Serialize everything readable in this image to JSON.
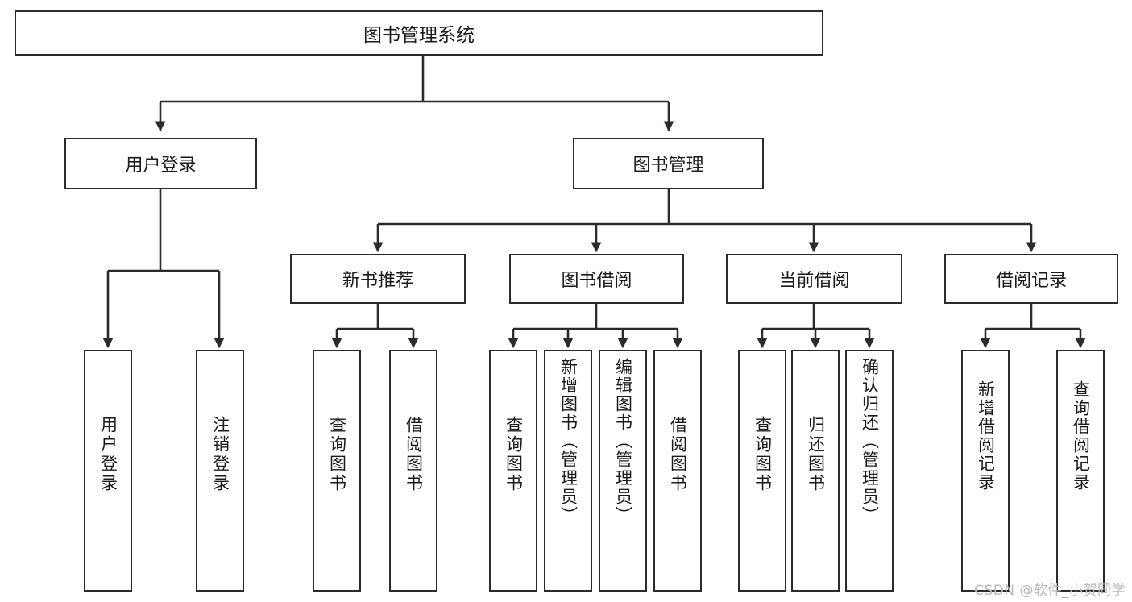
{
  "diagram": {
    "type": "tree-hierarchy",
    "title": "图书管理系统",
    "root": {
      "id": "root",
      "label": "图书管理系统"
    },
    "level2": [
      {
        "id": "user-login",
        "label": "用户登录"
      },
      {
        "id": "book-management",
        "label": "图书管理"
      }
    ],
    "level3": [
      {
        "id": "new-book-recommend",
        "label": "新书推荐",
        "parent": "book-management"
      },
      {
        "id": "book-borrow",
        "label": "图书借阅",
        "parent": "book-management"
      },
      {
        "id": "current-borrow",
        "label": "当前借阅",
        "parent": "book-management"
      },
      {
        "id": "borrow-record",
        "label": "借阅记录",
        "parent": "book-management"
      }
    ],
    "leaves": [
      {
        "id": "leaf-user-login",
        "label": "用户登录",
        "parent": "user-login"
      },
      {
        "id": "leaf-user-logout",
        "label": "注销登录",
        "parent": "user-login"
      },
      {
        "id": "leaf-query-book-1",
        "label": "查询图书",
        "parent": "new-book-recommend"
      },
      {
        "id": "leaf-borrow-book-1",
        "label": "借阅图书",
        "parent": "new-book-recommend"
      },
      {
        "id": "leaf-query-book-2",
        "label": "查询图书",
        "parent": "book-borrow"
      },
      {
        "id": "leaf-add-book",
        "label": "新增图书（管理员）",
        "parent": "book-borrow"
      },
      {
        "id": "leaf-edit-book",
        "label": "编辑图书（管理员）",
        "parent": "book-borrow"
      },
      {
        "id": "leaf-borrow-book-2",
        "label": "借阅图书",
        "parent": "book-borrow"
      },
      {
        "id": "leaf-query-book-3",
        "label": "查询图书",
        "parent": "current-borrow"
      },
      {
        "id": "leaf-return-book",
        "label": "归还图书",
        "parent": "current-borrow"
      },
      {
        "id": "leaf-confirm-return",
        "label": "确认归还（管理员）",
        "parent": "current-borrow"
      },
      {
        "id": "leaf-add-record",
        "label": "新增借阅记录",
        "parent": "borrow-record"
      },
      {
        "id": "leaf-query-record",
        "label": "查询借阅记录",
        "parent": "borrow-record"
      }
    ],
    "colors": {
      "stroke": "#2b2b2b",
      "fill": "#ffffff",
      "text": "#1b1b1b",
      "watermark": "#b9b9b9"
    }
  },
  "watermark": {
    "text": "CSDN @软件_小贺同学"
  }
}
